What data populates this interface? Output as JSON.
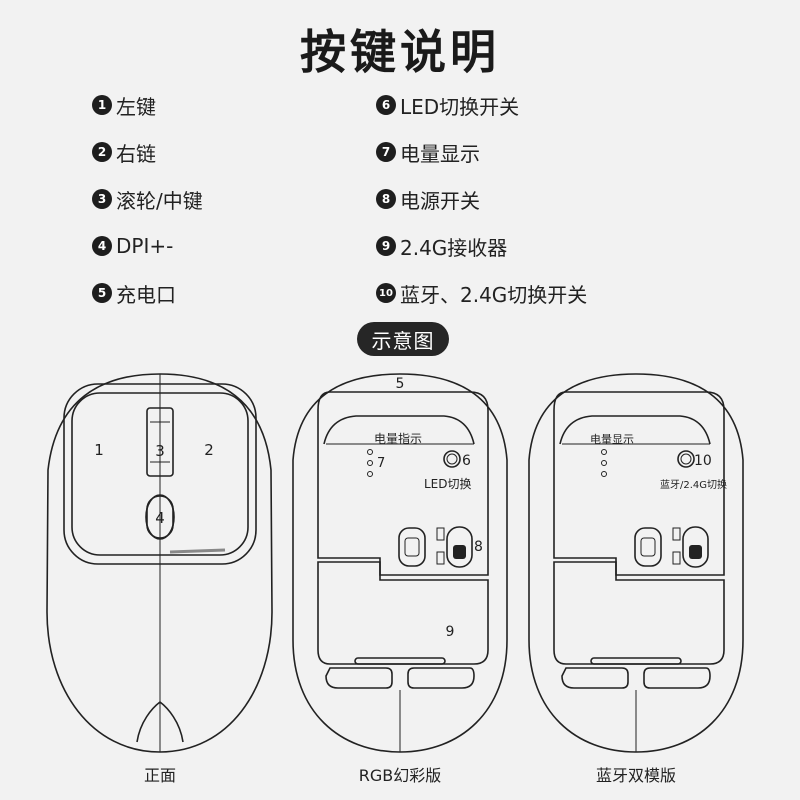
{
  "title": "按键说明",
  "legend_left": [
    {
      "num": "1",
      "label": "左键"
    },
    {
      "num": "2",
      "label": "右链"
    },
    {
      "num": "3",
      "label": "滚轮/中键"
    },
    {
      "num": "4",
      "label": "DPI+-"
    },
    {
      "num": "5",
      "label": "充电口"
    }
  ],
  "legend_right": [
    {
      "num": "6",
      "label": "LED切换开关"
    },
    {
      "num": "7",
      "label": "电量显示"
    },
    {
      "num": "8",
      "label": "电源开关"
    },
    {
      "num": "9",
      "label": "2.4G接收器"
    },
    {
      "num": "10",
      "label": "蓝牙、2.4G切换开关"
    }
  ],
  "diagram_label": "示意图",
  "front": {
    "caption": "正面",
    "callouts": {
      "left": "1",
      "right": "2",
      "wheel": "3",
      "dpi": "4"
    }
  },
  "rgb": {
    "caption": "RGB幻彩版",
    "charge_num": "5",
    "battery_label": "电量指示",
    "battery_num": "7",
    "button_num": "6",
    "button_label": "LED切换",
    "switch_num": "8",
    "receiver_num": "9"
  },
  "dual": {
    "caption": "蓝牙双模版",
    "battery_label": "电量显示",
    "button_num": "10",
    "button_label": "蓝牙/2.4G切换"
  },
  "colors": {
    "background": "#f2f2f2",
    "line": "#222222",
    "badge": "#1e1e1e"
  }
}
